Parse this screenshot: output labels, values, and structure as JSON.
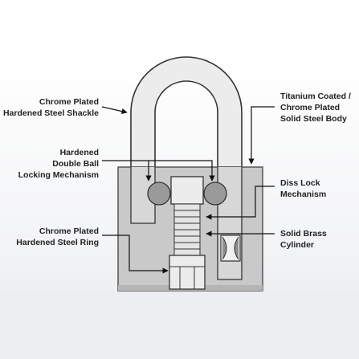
{
  "labels": {
    "shackle": [
      "Chrome Plated",
      "Hardened Steel Shackle"
    ],
    "balls": [
      "Hardened",
      "Double  Ball",
      "Locking Mechanism"
    ],
    "ring": [
      "Chrome Plated",
      "Hardened Steel Ring"
    ],
    "body": [
      "Titanium Coated /",
      "Chrome Plated",
      "Solid Steel Body"
    ],
    "disc": [
      "Diss Lock",
      "Mechanism"
    ],
    "cylinder": [
      "Solid Brass",
      "Cylinder"
    ]
  },
  "colors": {
    "body_fill": "#c9c9c9",
    "body_stroke": "#555555",
    "shackle_fill": "#ececec",
    "ball_fill": "#9a9a9a",
    "leader": "#111111"
  }
}
